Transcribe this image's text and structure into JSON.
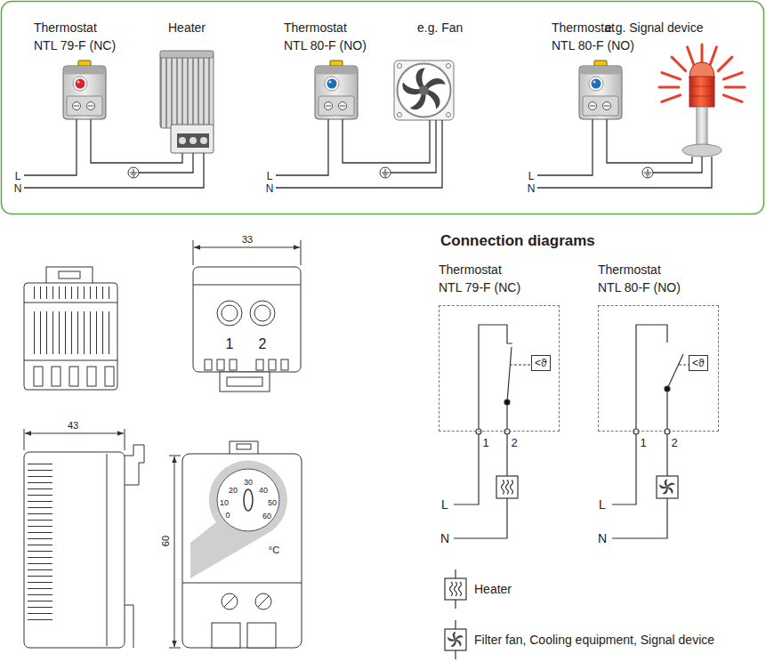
{
  "diagram": {
    "title": "Connection diagrams",
    "nodes": [
      {
        "text": [
          "Thermostat NTL 79-F (NC)"
        ]
      },
      {
        "text": [
          "Heater"
        ]
      },
      {
        "text": [
          "Thermostat NTL 80-F (NO)"
        ]
      },
      {
        "text": [
          "e.g. Fan"
        ]
      },
      {
        "text": [
          "Thermostat NTL 80-F (NO)"
        ]
      },
      {
        "text": [
          "e.g. Signal device"
        ]
      },
      {
        "text": [
          "Thermostat NTL 79-F (NC)"
        ]
      },
      {
        "text": [
          "<ϑ"
        ],
        "in": 6
      },
      {
        "text": [
          "Thermostat NTL 80-F (NO)"
        ]
      },
      {
        "text": [
          "<ϑ"
        ],
        "in": 8
      }
    ],
    "edges": [
      {
        "from": 0,
        "to": 1,
        "arrow": "none"
      },
      {
        "from": 2,
        "to": 3,
        "arrow": "none"
      },
      {
        "from": 4,
        "to": 5,
        "arrow": "none"
      }
    ],
    "labels": [
      "L",
      "N",
      "L",
      "N",
      "L",
      "N",
      "33",
      "1",
      "2",
      "43",
      "20",
      "30",
      "40",
      "10",
      "50",
      "0",
      "60",
      "°C",
      "60",
      "1",
      "2",
      "L",
      "N",
      "1",
      "2",
      "L",
      "N"
    ],
    "legend": [
      {
        "text": "Heater"
      },
      {
        "text": "Filter fan, Cooling equipment, Signal device"
      }
    ]
  }
}
